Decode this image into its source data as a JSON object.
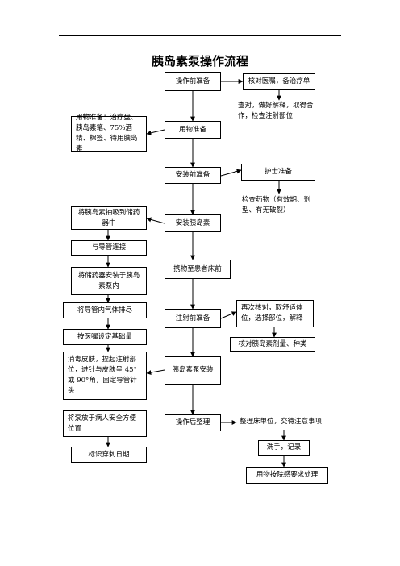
{
  "title": "胰岛素泵操作流程",
  "nodes": {
    "prep_before_op": "操作前准备",
    "check_order": "核对医嘱，备治疗单",
    "check_patient": "查对，做好解释，取得合作，检查注射部位",
    "material_list": "用物准备：治疗盘、胰岛素笔、75%酒精、棉签、待用胰岛素",
    "material_prep": "用物准备",
    "install_prep": "安装前准备",
    "nurse_prep": "护士准备",
    "check_drug": "检查药物（有效期、剂型、有无破裂）",
    "draw_insulin": "将胰岛素抽吸到储药器中",
    "install_insulin": "安装胰岛素",
    "connect_tube": "与导管连接",
    "carry_to_bed": "携物至患者床前",
    "install_reservoir": "将储药器安装于胰岛素泵内",
    "expel_air": "将导管内气体排尽",
    "pre_injection": "注射前准备",
    "recheck": "再次核对，取舒适体位，选择部位，解释",
    "set_basal": "按医嘱设定基础量",
    "check_dose": "核对胰岛素剂量、种类",
    "disinfect": "消毒皮肤，捏起注射部位，进针与皮肤呈 45°或 90°角，固定导管针头",
    "pump_install": "胰岛素泵安装",
    "place_pump": "将泵放于病人安全方便位置",
    "post_op": "操作后整理",
    "tidy_unit": "整理床单位，交待注意事项",
    "wash_record": "洗手，记录",
    "mark_date": "标识穿刺日期",
    "disposal": "用物按院感要求处理"
  }
}
